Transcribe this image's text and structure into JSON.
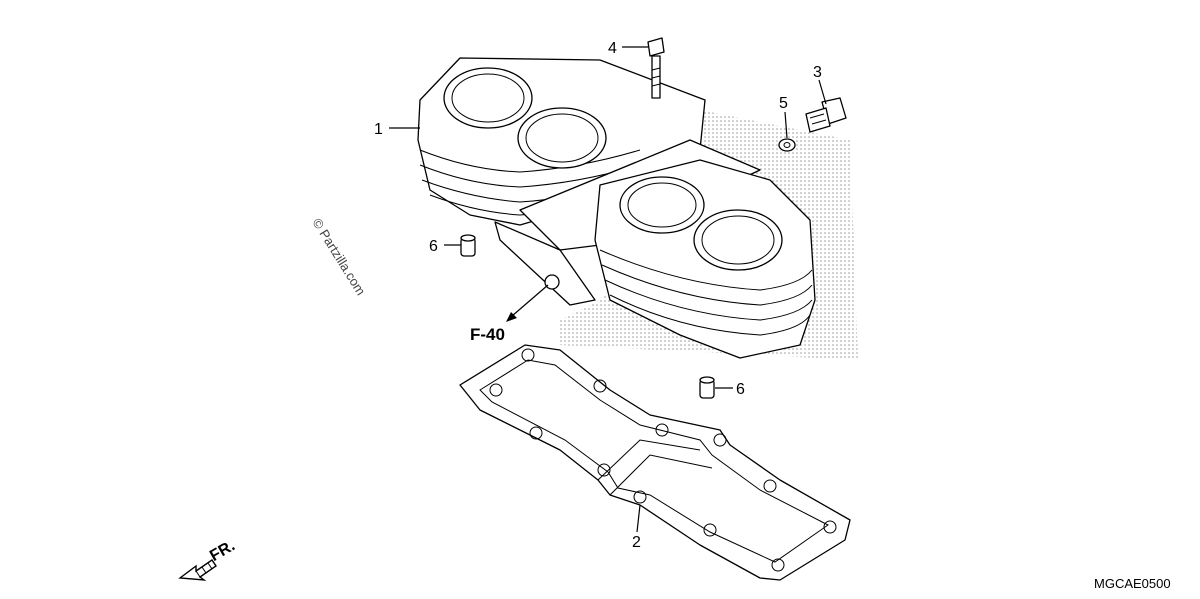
{
  "diagram": {
    "callouts": [
      {
        "id": "1",
        "text": "1"
      },
      {
        "id": "2",
        "text": "2"
      },
      {
        "id": "3",
        "text": "3"
      },
      {
        "id": "4",
        "text": "4"
      },
      {
        "id": "5",
        "text": "5"
      },
      {
        "id": "6a",
        "text": "6"
      },
      {
        "id": "6b",
        "text": "6"
      }
    ],
    "reference_label": "F-40",
    "direction_label": "FR.",
    "watermark": "© Partzilla.com",
    "diagram_code": "MGCAE0500"
  },
  "colors": {
    "ink": "#000000",
    "shade": "#9a9a9a",
    "background": "#ffffff"
  }
}
